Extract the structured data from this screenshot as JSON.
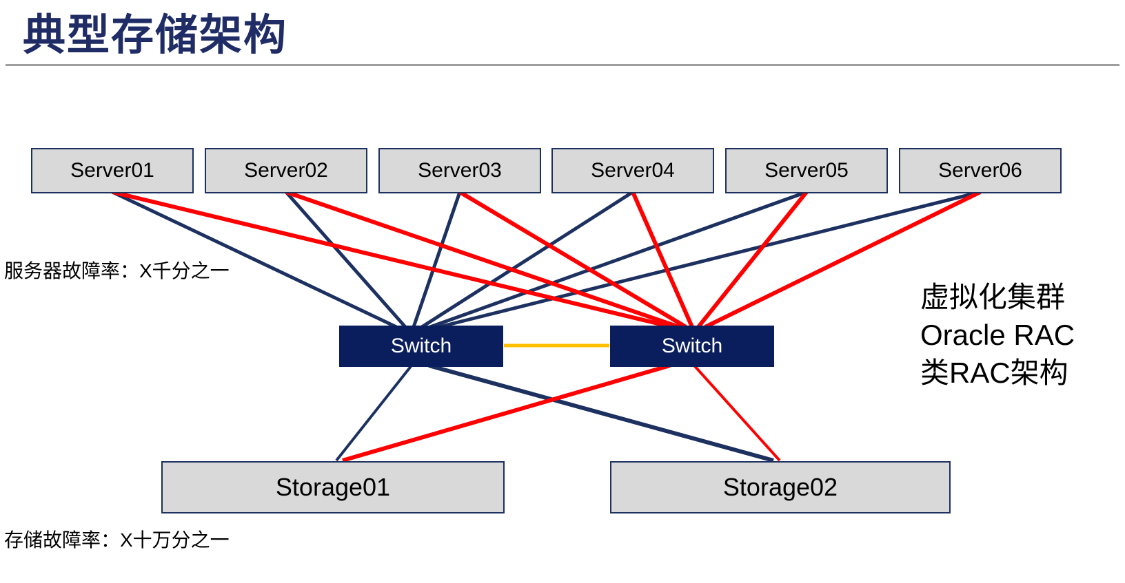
{
  "title": "典型存储架构",
  "colors": {
    "title_navy": "#1F2C66",
    "line_navy": "#1D3161",
    "line_red": "#FF0000",
    "link_orange": "#FFC000",
    "box_fill_gray": "#D9D9D9",
    "switch_fill_navy": "#0A1E5E",
    "switch_text": "#FFFFFF",
    "divider_gray": "#9E9E9E"
  },
  "annotations": {
    "server_failure_rate": "服务器故障率：X千分之一",
    "storage_failure_rate": "存储故障率：X十万分之一",
    "right_note_lines": [
      "虚拟化集群",
      "Oracle RAC",
      "类RAC架构"
    ]
  },
  "diagram": {
    "servers": [
      {
        "id": "server-1",
        "label": "Server01"
      },
      {
        "id": "server-2",
        "label": "Server02"
      },
      {
        "id": "server-3",
        "label": "Server03"
      },
      {
        "id": "server-4",
        "label": "Server04"
      },
      {
        "id": "server-5",
        "label": "Server05"
      },
      {
        "id": "server-6",
        "label": "Server06"
      }
    ],
    "switches": [
      {
        "id": "switch-left",
        "label": "Switch"
      },
      {
        "id": "switch-right",
        "label": "Switch"
      }
    ],
    "storages": [
      {
        "id": "storage-1",
        "label": "Storage01"
      },
      {
        "id": "storage-2",
        "label": "Storage02"
      }
    ],
    "edges": [
      {
        "from": "server-1",
        "to": "switch-left",
        "color": "navy"
      },
      {
        "from": "server-2",
        "to": "switch-left",
        "color": "navy"
      },
      {
        "from": "server-3",
        "to": "switch-left",
        "color": "navy"
      },
      {
        "from": "server-4",
        "to": "switch-left",
        "color": "navy"
      },
      {
        "from": "server-5",
        "to": "switch-left",
        "color": "navy"
      },
      {
        "from": "server-6",
        "to": "switch-left",
        "color": "navy"
      },
      {
        "from": "server-1",
        "to": "switch-right",
        "color": "red"
      },
      {
        "from": "server-2",
        "to": "switch-right",
        "color": "red"
      },
      {
        "from": "server-3",
        "to": "switch-right",
        "color": "red"
      },
      {
        "from": "server-4",
        "to": "switch-right",
        "color": "red"
      },
      {
        "from": "server-5",
        "to": "switch-right",
        "color": "red"
      },
      {
        "from": "server-6",
        "to": "switch-right",
        "color": "red"
      },
      {
        "from": "switch-left",
        "to": "switch-right",
        "color": "orange"
      },
      {
        "from": "switch-left",
        "to": "storage-1",
        "color": "navy"
      },
      {
        "from": "switch-left",
        "to": "storage-2",
        "color": "navy"
      },
      {
        "from": "switch-right",
        "to": "storage-1",
        "color": "red"
      },
      {
        "from": "switch-right",
        "to": "storage-2",
        "color": "red"
      }
    ]
  }
}
